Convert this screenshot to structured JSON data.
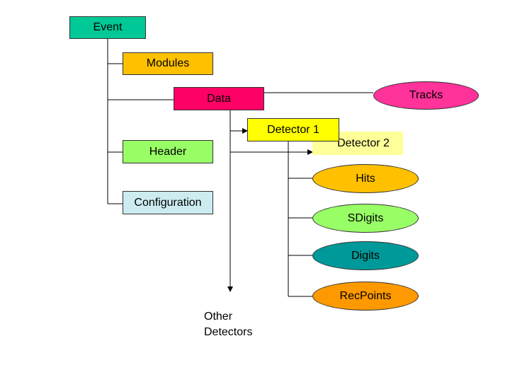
{
  "nodes": {
    "event": "Event",
    "modules": "Modules",
    "data": "Data",
    "tracks": "Tracks",
    "detector1": "Detector 1",
    "detector2": "Detector 2",
    "header": "Header",
    "configuration": "Configuration",
    "hits": "Hits",
    "sdigits": "SDigits",
    "digits": "Digits",
    "recpoints": "RecPoints"
  },
  "other_detectors": {
    "line1": "Other",
    "line2": "Detectors"
  },
  "colors": {
    "event": "#00c896",
    "modules": "#ffc000",
    "data": "#ff0066",
    "tracks": "#ff3399",
    "detector1": "#ffff00",
    "detector2": "#ffff99",
    "header": "#99ff66",
    "configuration": "#ccecf0",
    "hits": "#ffc000",
    "sdigits": "#99ff66",
    "digits": "#009999",
    "recpoints": "#ff9900",
    "line": "#000000"
  }
}
